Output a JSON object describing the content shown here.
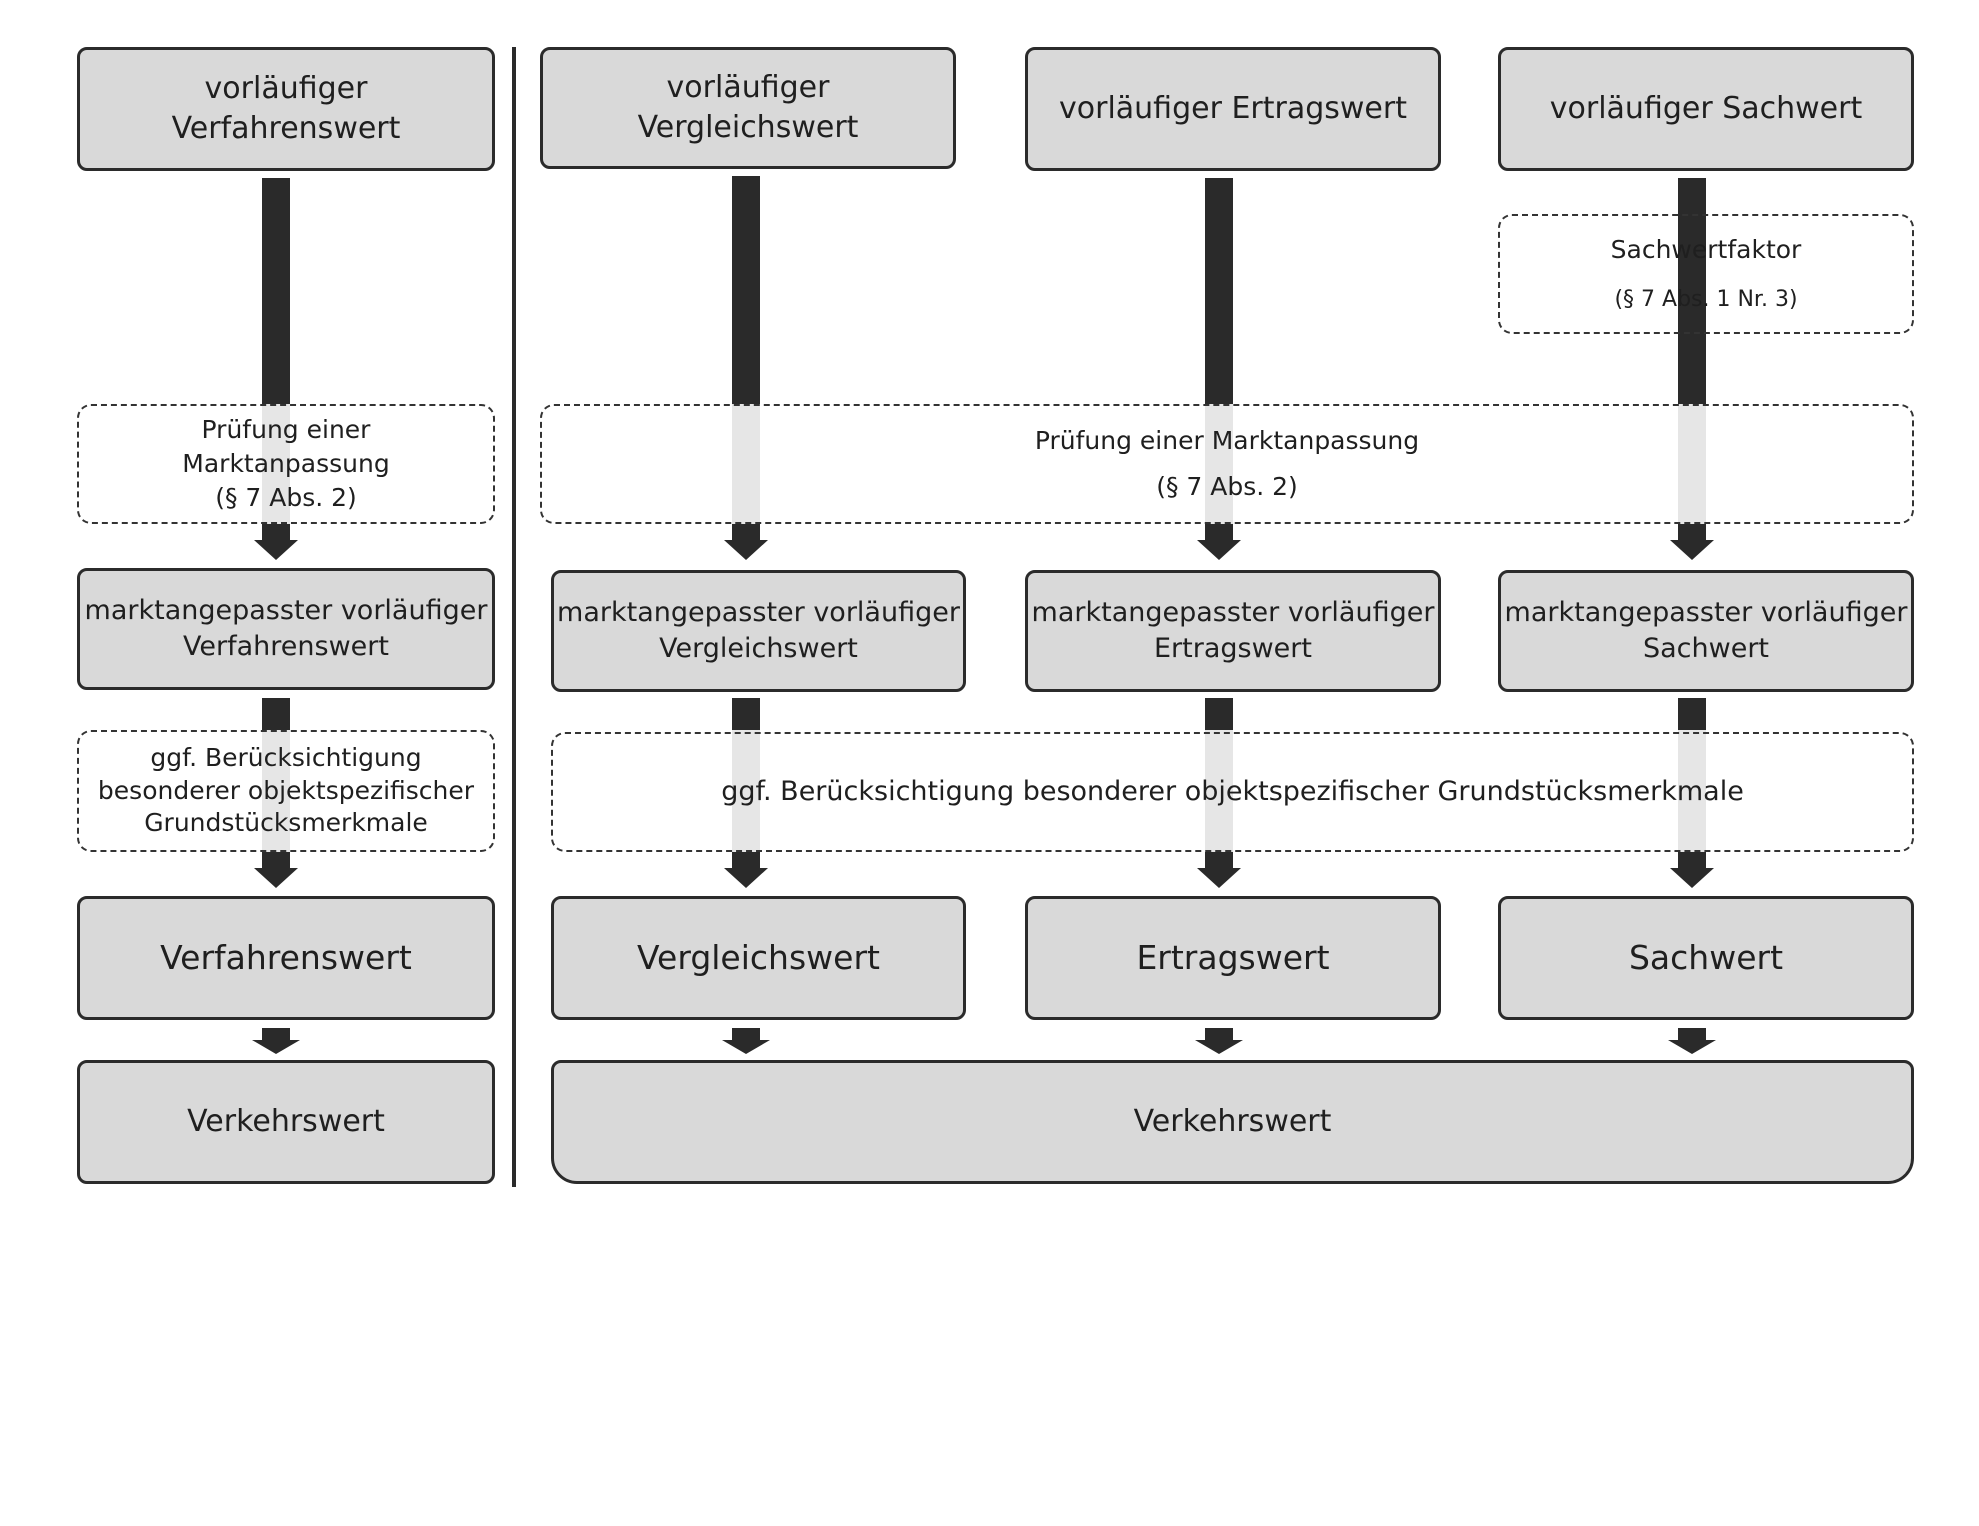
{
  "verfahren": {
    "top": "vorläufiger Verfahrenswert",
    "check_title": "Prüfung einer Marktanpassung",
    "check_ref": "(§ 7 Abs. 2)",
    "adjusted": "marktangepasster vorläufiger Verfahrenswert",
    "special": "ggf. Berücksichtigung besonderer objektspezifischer Grundstücksmerkmale",
    "value": "Verfahrenswert",
    "market": "Verkehrswert"
  },
  "columns": {
    "vergleich": {
      "top": "vorläufiger Vergleichswert",
      "adjusted": "marktangepasster vorläufiger Vergleichswert",
      "value": "Vergleichswert"
    },
    "ertrag": {
      "top": "vorläufiger Ertragswert",
      "adjusted": "marktangepasster vorläufiger Ertragswert",
      "value": "Ertragswert"
    },
    "sach": {
      "top": "vorläufiger Sachwert",
      "factor_title": "Sachwertfaktor",
      "factor_ref": "(§ 7 Abs. 1 Nr. 3)",
      "adjusted": "marktangepasster vorläufiger Sachwert",
      "value": "Sachwert"
    }
  },
  "shared": {
    "check_title": "Prüfung einer Marktanpassung",
    "check_ref": "(§ 7 Abs. 2)",
    "special": "ggf. Berücksichtigung besonderer objektspezifischer Grundstücksmerkmale",
    "market": "Verkehrswert"
  }
}
